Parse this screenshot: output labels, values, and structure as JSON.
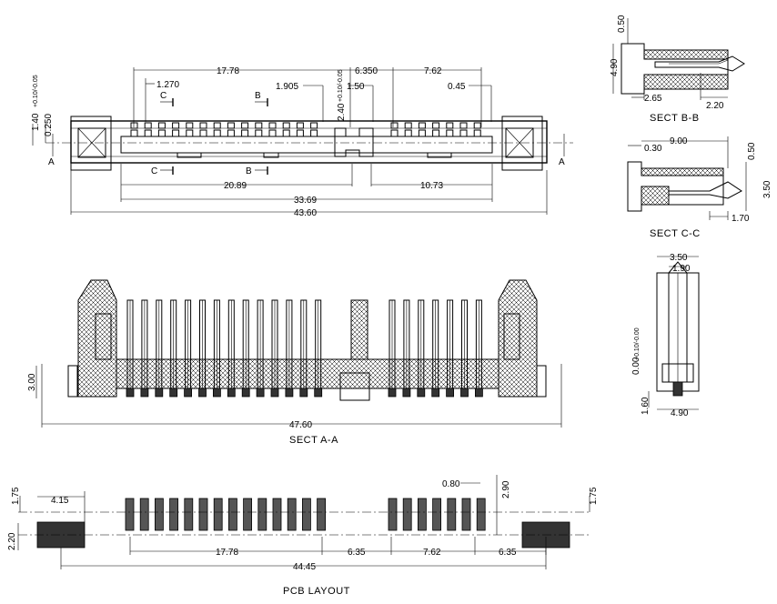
{
  "top_view": {
    "dims": {
      "d_17_78": "17.78",
      "d_6_350": "6.350",
      "d_7_62": "7.62",
      "d_1_270": "1.270",
      "d_1_905": "1.905",
      "d_1_50": "1.50",
      "d_0_45": "0.45",
      "d_2_40": "2.40",
      "d_2_40_tol": "+0.10/-0.05",
      "d_1_40": "1.40",
      "d_1_40_tol": "+0.10/-0.05",
      "d_0_250": "0.250",
      "d_20_89": "20.89",
      "d_10_73": "10.73",
      "d_33_69": "33.69",
      "d_43_60": "43.60"
    },
    "markers": {
      "c": "C",
      "b": "B",
      "a": "A"
    }
  },
  "sect_bb": {
    "caption": "SECT B-B",
    "dims": {
      "d_0_50": "0.50",
      "d_4_90": "4.90",
      "d_2_65": "2.65",
      "d_2_20": "2.20"
    }
  },
  "sect_cc": {
    "caption": "SECT C-C",
    "dims": {
      "d_0_30": "0.30",
      "d_9_00": "9.00",
      "d_0_50": "0.50",
      "d_3_50": "3.50",
      "d_1_70": "1.70"
    }
  },
  "end_view": {
    "dims": {
      "d_3_50": "3.50",
      "d_1_90": "1.90",
      "d_0_00": "0.00",
      "d_0_00_tol": "+0.10/-0.00",
      "d_1_60": "1.60",
      "d_4_90": "4.90"
    }
  },
  "sect_aa": {
    "caption": "SECT A-A",
    "dims": {
      "d_3_00": "3.00",
      "d_47_60": "47.60"
    }
  },
  "pcb_layout": {
    "caption": "PCB LAYOUT",
    "dims": {
      "d_1_75_left": "1.75",
      "d_4_15": "4.15",
      "d_2_20": "2.20",
      "d_0_80": "0.80",
      "d_2_90": "2.90",
      "d_1_75_right": "1.75",
      "d_17_78": "17.78",
      "d_6_35_a": "6.35",
      "d_7_62": "7.62",
      "d_6_35_b": "6.35",
      "d_44_45": "44.45"
    }
  }
}
